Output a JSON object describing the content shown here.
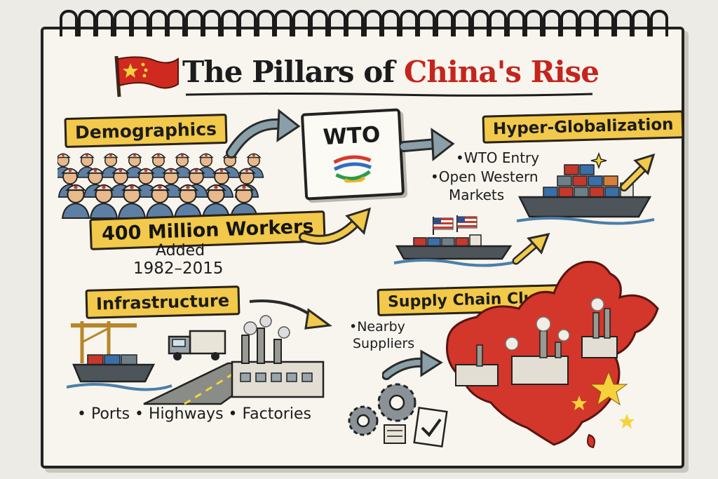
{
  "title": {
    "part1": "The Pillars of ",
    "part2": "China's Rise"
  },
  "demographics": {
    "label": "Demographics",
    "stat_main": "400 Million Workers",
    "stat_line2": "Added",
    "stat_line3": "1982–2015"
  },
  "wto_card": {
    "label": "WTO"
  },
  "hyper": {
    "label": "Hyper-Globalization",
    "bullets": [
      "•WTO Entry",
      "•Open Western",
      "Markets"
    ]
  },
  "infrastructure": {
    "label": "Infrastructure",
    "bullets": "• Ports • Highways • Factories"
  },
  "supply": {
    "label": "Supply Chain Clusters",
    "bullets": [
      "•Nearby",
      "Suppliers"
    ]
  },
  "colors": {
    "banner": "#f2c94a",
    "china_red": "#c4251d",
    "star": "#f5d23b",
    "ink": "#1c1c1c",
    "paper": "#f7f5ee"
  },
  "icons": [
    "china-flag-icon",
    "us-flag-icon",
    "wto-logo-icon",
    "gear-icon",
    "clipboard-icon",
    "calculator-icon",
    "sparkle-icon"
  ]
}
